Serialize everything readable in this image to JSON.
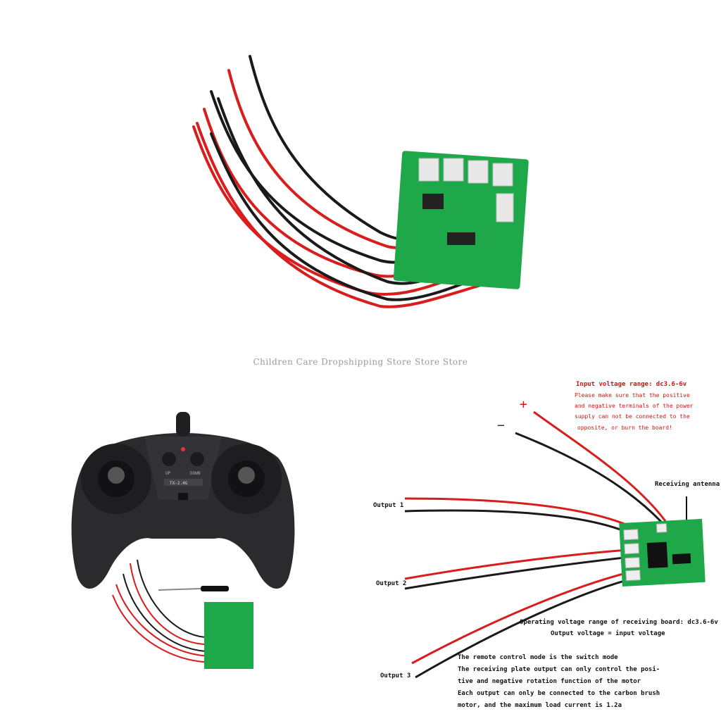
{
  "watermark": "Children Care Dropshipping Store Store Store",
  "controller": {
    "up_label": "UP",
    "down_label": "DOWN",
    "model_label": "TX-2.4G"
  },
  "diagram": {
    "plus": "+",
    "minus": "−",
    "input_voltage_title": "Input voltage range: dc3.6-6v",
    "warning_lines": [
      "Please make sure that the positive",
      "and negative terminals of the power",
      "supply can not be connected to the",
      "opposite, or burn the board!"
    ],
    "antenna_label": "Receiving antenna",
    "output1": "Output 1",
    "output2": "Output 2",
    "output3": "Output 3",
    "operating_voltage": "Operating voltage range of receiving board: dc3.6-6v",
    "output_voltage": "Output voltage = input voltage",
    "notes": [
      "The remote control mode is the switch mode",
      "The receiving plate output can only control the posi-",
      "tive and negative rotation function of the motor",
      "Each output can only be connected to the carbon brush",
      "motor, and the maximum load current is 1.2a"
    ]
  },
  "colors": {
    "pcb_green": "#1fa84a",
    "wire_red": "#d91c1c",
    "wire_black": "#1a1a1a",
    "controller_body": "#2b2b2e",
    "warning_text": "#dd1111"
  }
}
